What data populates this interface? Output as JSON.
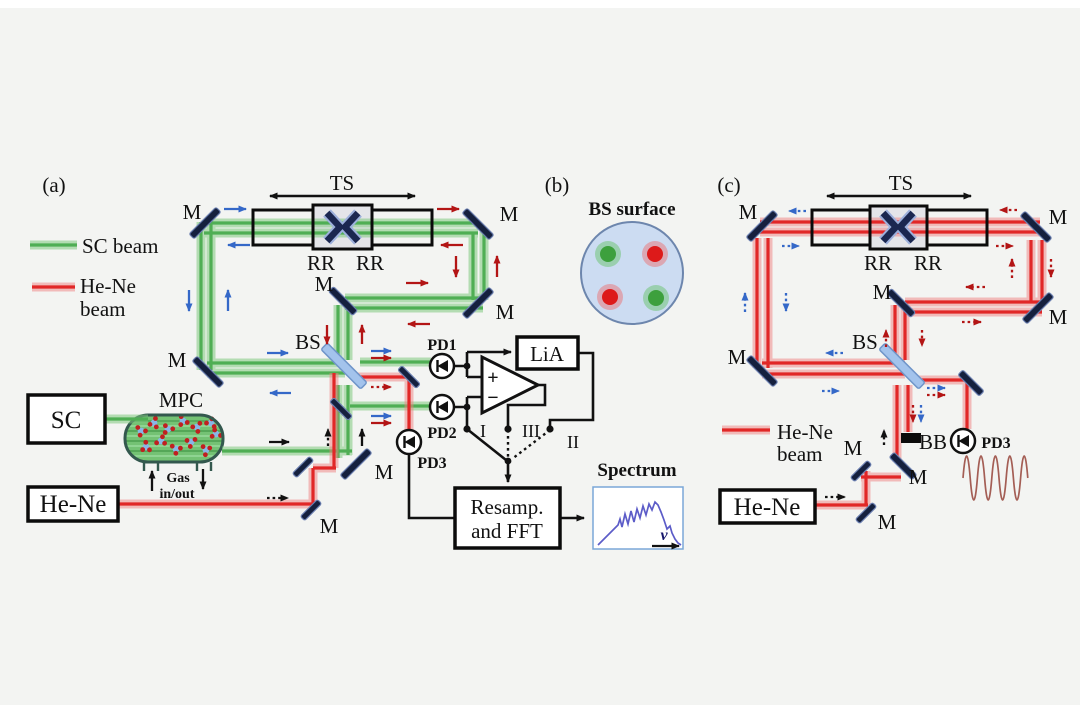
{
  "labels": {
    "mirror": "M",
    "retroreflector": "RR",
    "translation_stage": "TS",
    "beamsplitter": "BS"
  },
  "panel_a": {
    "tag": "(a)",
    "legend": {
      "sc": "SC beam",
      "hene1": "He-Ne",
      "hene2": "beam"
    },
    "sc_box": "SC",
    "hene_box": "He-Ne",
    "mpc": {
      "label": "MPC",
      "gas1": "Gas",
      "gas2": "in/out"
    },
    "pd1": "PD1",
    "pd2": "PD2",
    "pd3": "PD3",
    "lia": "LiA",
    "opamp_plus": "+",
    "opamp_minus": "−",
    "node_i": "I",
    "node_ii": "II",
    "node_iii": "III",
    "resamp1": "Resamp.",
    "resamp2": "and FFT",
    "spectrum_title": "Spectrum",
    "nu": "ν"
  },
  "panel_b": {
    "tag": "(b)",
    "title": "BS surface",
    "spots": [
      "green top-left",
      "red top-right",
      "red bottom-left",
      "green bottom-right"
    ]
  },
  "panel_c": {
    "tag": "(c)",
    "legend1": "He-Ne",
    "legend2": "beam",
    "hene_box": "He-Ne",
    "bb": "BB",
    "pd3": "PD3"
  },
  "colors": {
    "sc_beam": "#4fae54",
    "hene_beam": "#e12727",
    "beamsplitter": "#a3c3ec",
    "mirror": "#15203e",
    "arrow_blue": "#3468c8",
    "arrow_red": "#b31515",
    "spectrum_curve": "#5c5cc8",
    "mpc_fill": "#74c274",
    "bs_spot_green": "#3da03d",
    "bs_spot_red": "#dd1a1a"
  }
}
